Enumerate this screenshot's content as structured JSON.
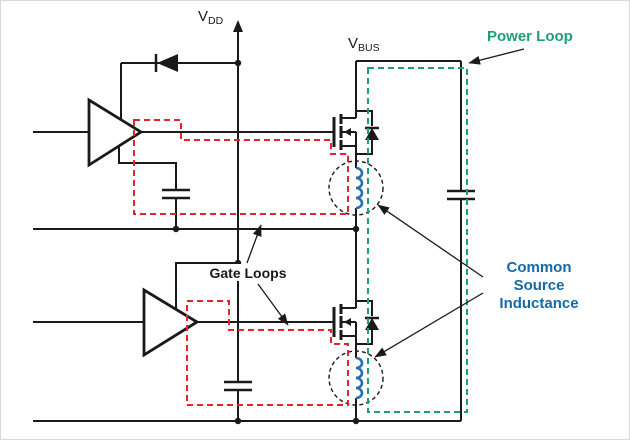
{
  "labels": {
    "vdd_base": "V",
    "vdd_sub": "DD",
    "vbus_base": "V",
    "vbus_sub": "BUS",
    "power_loop": "Power Loop",
    "gate_loops": "Gate Loops",
    "csi_line1": "Common",
    "csi_line2": "Source",
    "csi_line3": "Inductance"
  },
  "colors": {
    "gate_loop_red": "#e8212a",
    "power_loop_green": "#1e9e77",
    "inductor_blue": "#2a6db0",
    "csi_text_blue": "#1469a8",
    "wire_black": "#1a1a1a"
  }
}
